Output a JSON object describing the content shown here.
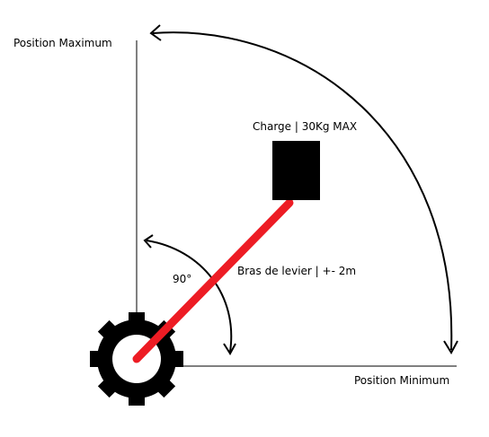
{
  "labels": {
    "position_max": "Position Maximum",
    "position_min": "Position Minimum",
    "charge": "Charge | 30Kg MAX",
    "lever": "Bras de levier | +- 2m",
    "angle": "90°"
  },
  "colors": {
    "lever_arm": "#ed1c24",
    "ink": "#000000",
    "background": "#ffffff"
  },
  "icons": {
    "pivot": "gear-icon"
  }
}
